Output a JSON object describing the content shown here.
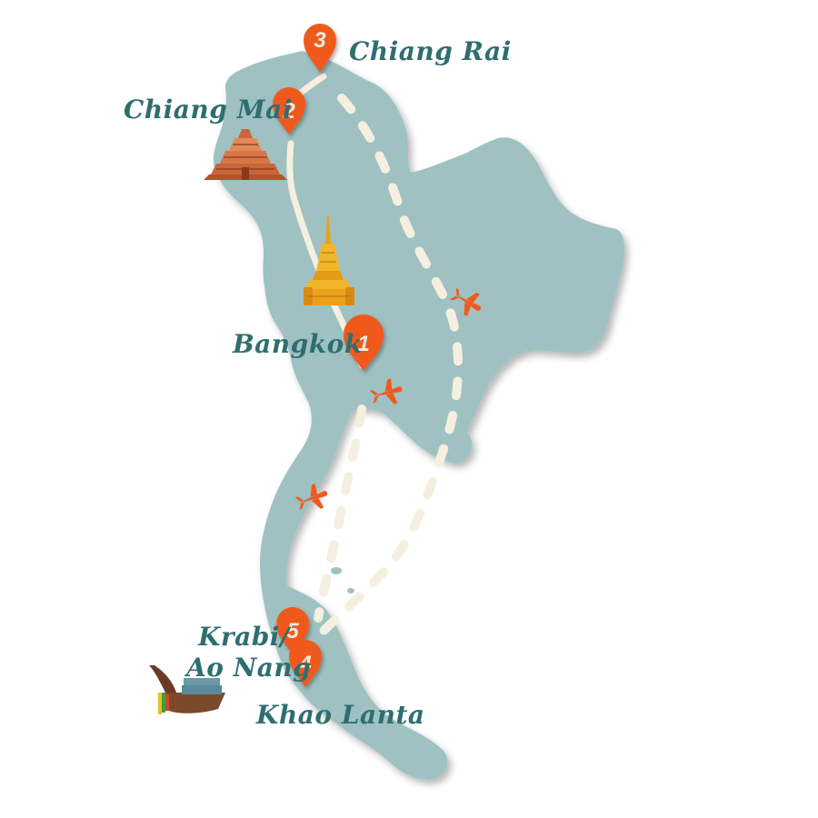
{
  "colors": {
    "land": "#9fc1c2",
    "route": "#f5efe0",
    "pin": "#ef5a1e",
    "pin_text": "#f7e9dc",
    "label": "#2f6e70",
    "plane": "#ef5a1e"
  },
  "stops": [
    {
      "number": "1",
      "name": "Bangkok"
    },
    {
      "number": "2",
      "name": "Chiang Mai"
    },
    {
      "number": "3",
      "name": "Chiang Rai"
    },
    {
      "number": "4",
      "name": "Khao Lanta"
    },
    {
      "number": "5",
      "name": "Krabi/",
      "name_line2": "Ao Nang"
    }
  ],
  "icons": {
    "temple_north": "temple-icon",
    "temple_central": "golden-stupa-icon",
    "boat": "longtail-boat-icon",
    "plane": "plane-icon"
  }
}
